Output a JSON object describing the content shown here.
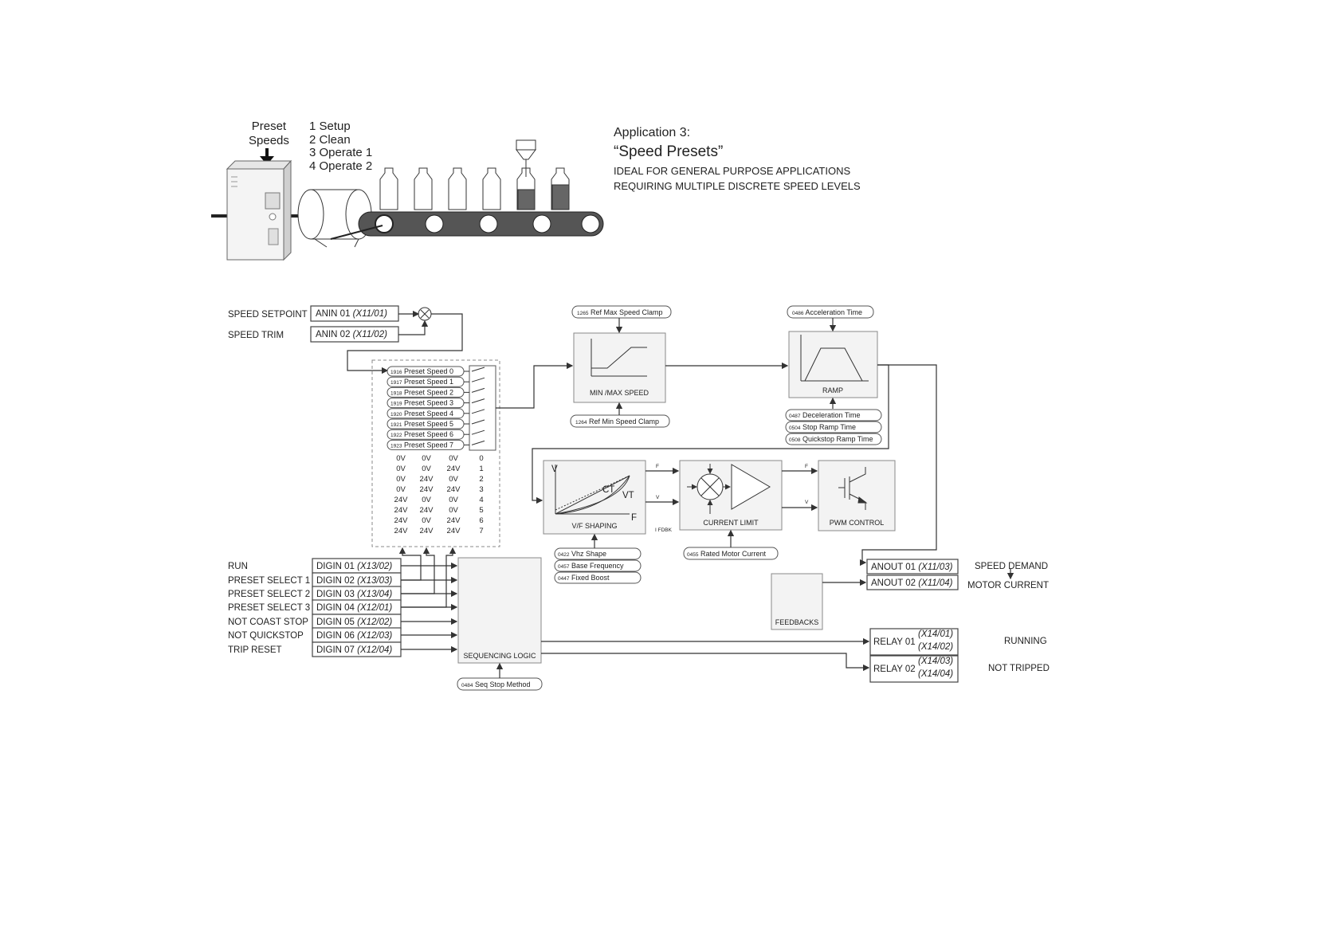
{
  "application": {
    "title": "Application 3:",
    "name": "“Speed Presets”",
    "desc_line1": "IDEAL FOR GENERAL PURPOSE APPLICATIONS",
    "desc_line2": "REQUIRING MULTIPLE DISCRETE SPEED LEVELS"
  },
  "illustration": {
    "head_line1": "Preset",
    "head_line2": "Speeds",
    "modes": [
      "1  Setup",
      "2  Clean",
      "3  Operate 1",
      "4  Operate 2"
    ]
  },
  "inputs": {
    "analog": [
      {
        "label": "SPEED SETPOINT",
        "term": "ANIN 01",
        "pin": "(X11/01)"
      },
      {
        "label": "SPEED TRIM",
        "term": "ANIN 02",
        "pin": "(X11/02)"
      }
    ],
    "digital": [
      {
        "label": "RUN",
        "term": "DIGIN 01",
        "pin": "(X13/02)"
      },
      {
        "label": "PRESET SELECT 1",
        "term": "DIGIN 02",
        "pin": "(X13/03)"
      },
      {
        "label": "PRESET SELECT 2",
        "term": "DIGIN 03",
        "pin": "(X13/04)"
      },
      {
        "label": "PRESET SELECT 3",
        "term": "DIGIN 04",
        "pin": "(X12/01)"
      },
      {
        "label": "NOT COAST STOP",
        "term": "DIGIN 05",
        "pin": "(X12/02)"
      },
      {
        "label": "NOT QUICKSTOP",
        "term": "DIGIN 06",
        "pin": "(X12/03)"
      },
      {
        "label": "TRIP RESET",
        "term": "DIGIN 07",
        "pin": "(X12/04)"
      }
    ]
  },
  "presets": [
    {
      "num": "1916",
      "name": "Preset Speed 0"
    },
    {
      "num": "1917",
      "name": "Preset Speed 1"
    },
    {
      "num": "1918",
      "name": "Preset Speed 2"
    },
    {
      "num": "1919",
      "name": "Preset Speed 3"
    },
    {
      "num": "1920",
      "name": "Preset Speed 4"
    },
    {
      "num": "1921",
      "name": "Preset Speed 5"
    },
    {
      "num": "1922",
      "name": "Preset Speed 6"
    },
    {
      "num": "1923",
      "name": "Preset Speed 7"
    }
  ],
  "truth_table": [
    [
      "0V",
      "0V",
      "0V",
      "0"
    ],
    [
      "0V",
      "0V",
      "24V",
      "1"
    ],
    [
      "0V",
      "24V",
      "0V",
      "2"
    ],
    [
      "0V",
      "24V",
      "24V",
      "3"
    ],
    [
      "24V",
      "0V",
      "0V",
      "4"
    ],
    [
      "24V",
      "24V",
      "0V",
      "5"
    ],
    [
      "24V",
      "0V",
      "24V",
      "6"
    ],
    [
      "24V",
      "24V",
      "24V",
      "7"
    ]
  ],
  "blocks": {
    "minmax": "MIN /MAX SPEED",
    "ramp": "RAMP",
    "vf": "V/F SHAPING",
    "current": "CURRENT LIMIT",
    "pwm": "PWM CONTROL",
    "feedbacks": "FEEDBACKS",
    "seq": "SEQUENCING LOGIC"
  },
  "params": {
    "max_clamp": {
      "num": "1265",
      "name": "Ref Max Speed Clamp"
    },
    "min_clamp": {
      "num": "1264",
      "name": "Ref Min Speed Clamp"
    },
    "accel": {
      "num": "0486",
      "name": "Acceleration Time"
    },
    "decel": {
      "num": "0487",
      "name": "Deceleration Time"
    },
    "stop_ramp": {
      "num": "0504",
      "name": "Stop Ramp Time"
    },
    "quickstop": {
      "num": "0508",
      "name": "Quickstop Ramp Time"
    },
    "vhz": {
      "num": "0422",
      "name": "Vhz Shape"
    },
    "base_freq": {
      "num": "0457",
      "name": "Base Frequency"
    },
    "boost": {
      "num": "0447",
      "name": "Fixed Boost"
    },
    "rated_current": {
      "num": "0455",
      "name": "Rated Motor Current"
    },
    "seq_stop": {
      "num": "0484",
      "name": "Seq Stop Method"
    }
  },
  "signals": {
    "f": "F",
    "v": "V",
    "ifdbk": "I FDBK",
    "ct": "CT",
    "vt": "VT",
    "axis_v": "V",
    "axis_f": "F"
  },
  "outputs": {
    "analog": [
      {
        "term": "ANOUT 01",
        "pin": "(X11/03)",
        "label": "SPEED DEMAND"
      },
      {
        "term": "ANOUT 02",
        "pin": "(X11/04)",
        "label": "MOTOR CURRENT"
      }
    ],
    "relays": [
      {
        "term": "RELAY 01",
        "pin1": "(X14/01)",
        "pin2": "(X14/02)",
        "label": "RUNNING"
      },
      {
        "term": "RELAY 02",
        "pin1": "(X14/03)",
        "pin2": "(X14/04)",
        "label": "NOT TRIPPED"
      }
    ]
  }
}
